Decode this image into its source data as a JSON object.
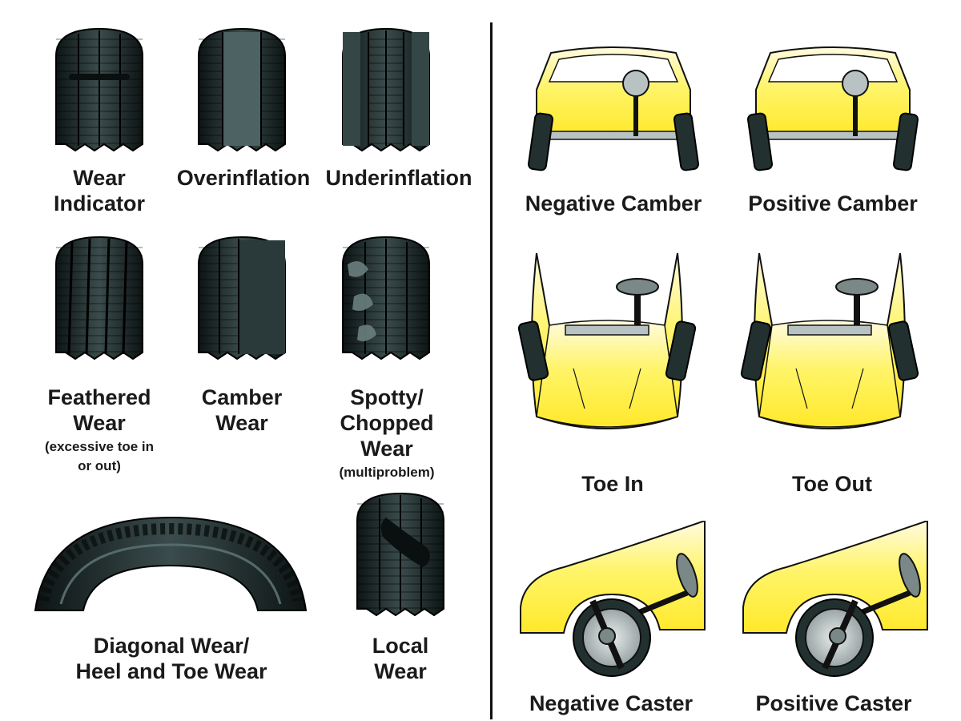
{
  "tires": {
    "wear_indicator": "Wear Indicator",
    "overinflation": "Overinflation",
    "underinflation": "Underinflation",
    "feathered": {
      "title": "Feathered Wear",
      "note": "(excessive toe in or out)"
    },
    "camber_wear": "Camber Wear",
    "spotty": {
      "title": "Spotty/ Chopped Wear",
      "note": "(multiproblem)"
    },
    "diagonal": "Diagonal Wear/ Heel and Toe Wear",
    "local": "Local Wear"
  },
  "alignment": {
    "negative_camber": "Negative Camber",
    "positive_camber": "Positive Camber",
    "toe_in": "Toe In",
    "toe_out": "Toe Out",
    "negative_caster": "Negative Caster",
    "positive_caster": "Positive Caster"
  },
  "colors": {
    "tire": "#1e2b2b",
    "car_body": "#ffef3a",
    "outline": "#111111"
  }
}
